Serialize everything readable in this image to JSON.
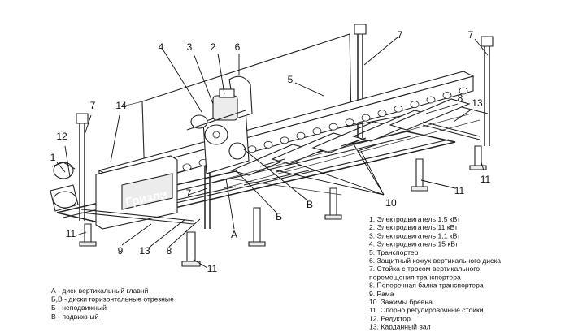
{
  "brand": {
    "logo_text": "Гризли"
  },
  "callouts": {
    "n1": "1",
    "n2": "2",
    "n3": "3",
    "n4": "4",
    "n5": "5",
    "n6": "6",
    "n7a": "7",
    "n7b": "7",
    "n7c": "7",
    "n7d": "7",
    "n8a": "8",
    "n8b": "8",
    "n9": "9",
    "n10": "10",
    "n11a": "11",
    "n11b": "11",
    "n11c": "11",
    "n11d": "11",
    "n12": "12",
    "n13a": "13",
    "n13b": "13",
    "n14": "14",
    "A": "А",
    "B": "Б",
    "V": "В"
  },
  "legend_numbered": [
    "1. Электродвигатель 1,5 кВт",
    "2. Электродвигатель 11 кВт",
    "3. Электродвигатель 1,1 кВт",
    "4. Электродвигатель 15 кВт",
    "5. Транспортер",
    "6. Защитный кожух вертикального диска",
    "7. Стойка с тросом вертикального",
    "    перемещения транспортера",
    "8. Поперечная балка транспортера",
    "9. Рама",
    "10. Зажимы бревна",
    "11. Опорно регулировочные стойки",
    "12. Редуктор",
    "13. Карданный вал"
  ],
  "legend_letters": [
    "А - диск вертикальный главнй",
    "Б,В - диски горизонтальные отрезные",
    "Б - неподвижный",
    "В - подвижный"
  ]
}
